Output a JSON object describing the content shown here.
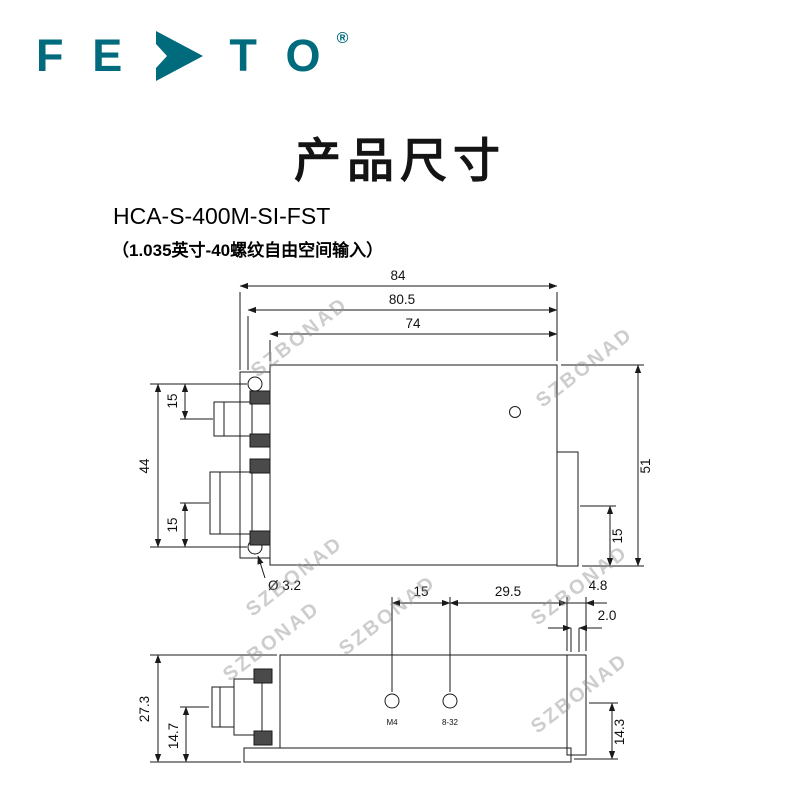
{
  "brand": {
    "letters_left": "F E",
    "letters_right": "T O",
    "registered": "®",
    "color": "#006b7d"
  },
  "title": "产品尺寸",
  "product": {
    "model": "HCA-S-400M-SI-FST",
    "subtitle": "（1.035英寸-40螺纹自由空间输入）"
  },
  "watermark": {
    "text": "SZBONAD"
  },
  "drawing": {
    "top_view": {
      "dim_width_outer": "84",
      "dim_width_mid": "80.5",
      "dim_width_inner": "74",
      "dim_left_top": "15",
      "dim_left_span": "44",
      "dim_left_bottom": "15",
      "dim_right_height": "51",
      "dim_right_lower": "15",
      "hole_callout": "Ø 3.2"
    },
    "bottom_view": {
      "dim_hole_spacing": "15",
      "dim_hole_to_end": "29.5",
      "dim_thread_length": "4.8",
      "dim_thread_wall": "2.0",
      "dim_total_height": "27.3",
      "dim_connector_height": "14.7",
      "dim_right_height": "14.3",
      "hole_label_m4": "M4",
      "hole_label_832": "8-32"
    }
  }
}
